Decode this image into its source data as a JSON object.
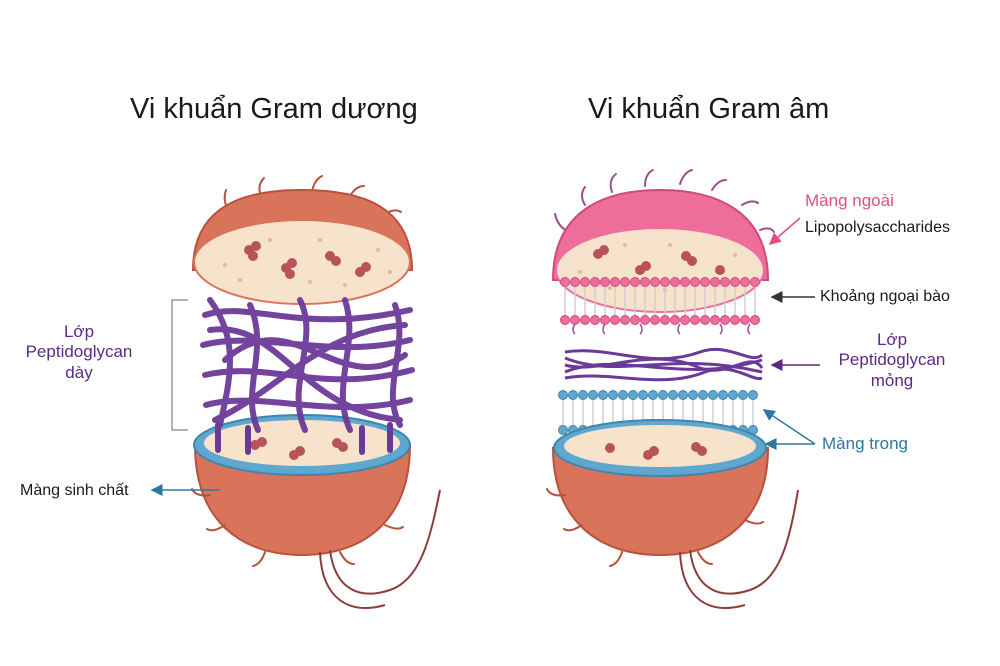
{
  "titles": {
    "gram_positive": "Vi khuẩn Gram dương",
    "gram_negative": "Vi khuẩn Gram âm"
  },
  "gram_positive_labels": {
    "peptidoglycan": [
      "Lớp",
      "Peptidoglycan",
      "dày"
    ],
    "cell_membrane": "Màng sinh chất"
  },
  "gram_negative_labels": {
    "outer_membrane": "Màng ngoài",
    "lipopolysaccharides": "Lipopolysaccharides",
    "periplasm": "Khoảng ngoại bào",
    "peptidoglycan": [
      "Lớp",
      "Peptidoglycan",
      "mỏng"
    ],
    "inner_membrane": "Màng trong"
  },
  "colors": {
    "shell": "#d9735a",
    "shell_dark": "#b9513c",
    "cytoplasm": "#f7e3cc",
    "granule": "#b8535a",
    "peptidoglycan": "#6b3a99",
    "membrane_blue": "#5fa7cf",
    "outer_pink": "#ee6e9b",
    "label_purple": "#5b2a86",
    "label_pink": "#e0507f",
    "label_blue": "#2b7a9e"
  }
}
